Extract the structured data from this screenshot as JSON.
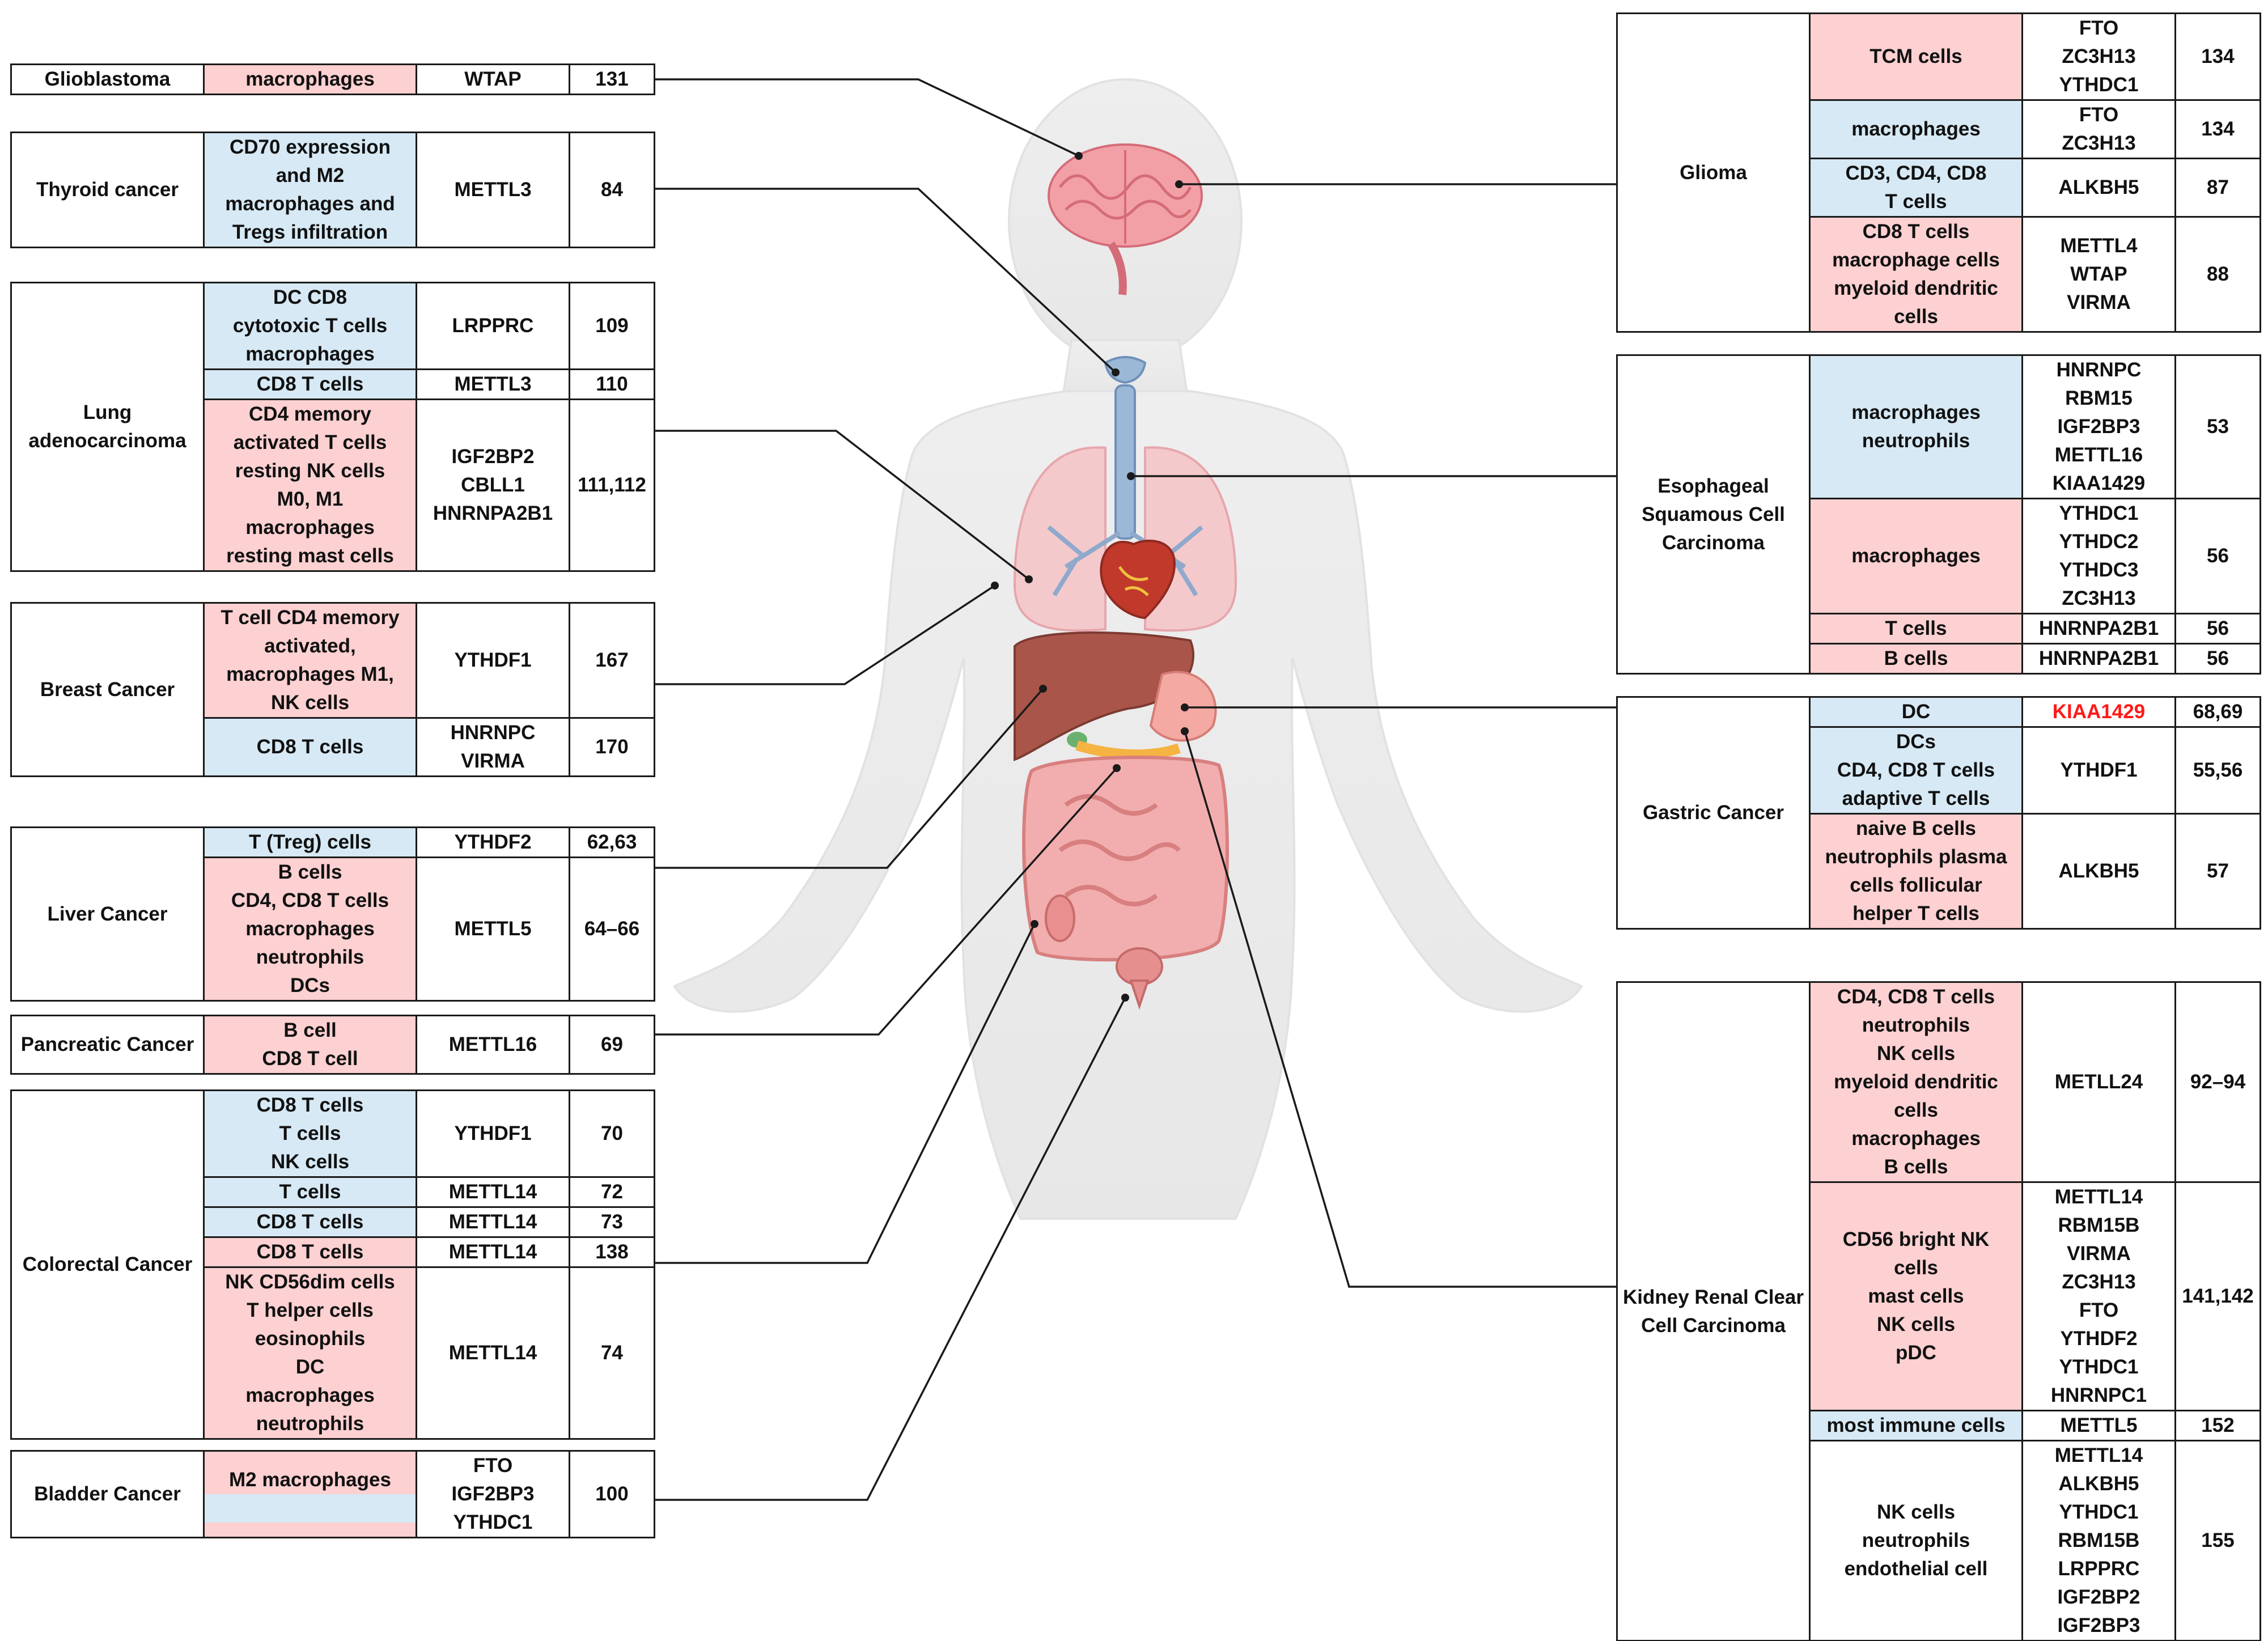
{
  "colors": {
    "upregulated": "#fdd0d1",
    "downregulated": "#d6e9f5",
    "highlight_text": "#ff1a1a"
  },
  "tables": [
    {
      "id": "glioblastoma",
      "side": "left",
      "cancer": "Glioblastoma",
      "rows": [
        {
          "cells": [
            "macrophages"
          ],
          "color": "pink",
          "mod": [
            "WTAP"
          ],
          "ref": "131"
        }
      ]
    },
    {
      "id": "thyroid",
      "side": "left",
      "cancer": "Thyroid cancer",
      "rows": [
        {
          "cells": [
            "CD70 expression",
            "and M2",
            "macrophages and",
            "Tregs infiltration"
          ],
          "color": "blue",
          "mod": [
            "METTL3"
          ],
          "ref": "84"
        }
      ]
    },
    {
      "id": "lung",
      "side": "left",
      "cancer": "Lung adenocarcinoma",
      "rows": [
        {
          "cells": [
            "DC CD8",
            "cytotoxic T cells",
            "macrophages"
          ],
          "color": "blue",
          "mod": [
            "LRPPRC"
          ],
          "ref": "109"
        },
        {
          "cells": [
            "CD8 T cells"
          ],
          "color": "blue",
          "mod": [
            "METTL3"
          ],
          "ref": "110"
        },
        {
          "cells": [
            "CD4 memory",
            "activated T cells",
            "resting NK cells",
            "M0, M1",
            "macrophages",
            "resting mast cells"
          ],
          "color": "pink",
          "mod": [
            "IGF2BP2",
            "CBLL1",
            "HNRNPA2B1"
          ],
          "ref": "111,112"
        }
      ]
    },
    {
      "id": "breast",
      "side": "left",
      "cancer": "Breast Cancer",
      "rows": [
        {
          "cells": [
            "T cell CD4 memory",
            "activated,",
            "macrophages M1,",
            "NK cells"
          ],
          "color": "pink",
          "mod": [
            "YTHDF1"
          ],
          "ref": "167"
        },
        {
          "cells": [
            "CD8 T cells"
          ],
          "color": "blue",
          "mod": [
            "HNRNPC",
            "VIRMA"
          ],
          "ref": "170"
        }
      ]
    },
    {
      "id": "liver",
      "side": "left",
      "cancer": "Liver Cancer",
      "rows": [
        {
          "cells": [
            "T (Treg) cells"
          ],
          "color": "blue",
          "mod": [
            "YTHDF2"
          ],
          "ref": "62,63"
        },
        {
          "cells": [
            "B cells",
            "CD4, CD8 T cells",
            "macrophages",
            "neutrophils",
            "DCs"
          ],
          "color": "pink",
          "mod": [
            "METTL5"
          ],
          "ref": "64–66"
        }
      ]
    },
    {
      "id": "pancreatic",
      "side": "left",
      "cancer": "Pancreatic Cancer",
      "rows": [
        {
          "cells": [
            "B cell",
            "CD8 T cell"
          ],
          "color": "pink",
          "mod": [
            "METTL16"
          ],
          "ref": "69"
        }
      ]
    },
    {
      "id": "colorectal",
      "side": "left",
      "cancer": "Colorectal Cancer",
      "rows": [
        {
          "cells": [
            "CD8 T cells",
            "T cells",
            "NK cells"
          ],
          "color": "blue",
          "mod": [
            "YTHDF1"
          ],
          "ref": "70"
        },
        {
          "cells": [
            "T cells"
          ],
          "color": "blue",
          "mod": [
            "METTL14"
          ],
          "ref": "72"
        },
        {
          "cells": [
            "CD8 T cells"
          ],
          "color": "blue",
          "mod": [
            "METTL14"
          ],
          "ref": "73"
        },
        {
          "cells": [
            "CD8 T cells"
          ],
          "color": "pink",
          "mod": [
            "METTL14"
          ],
          "ref": "138"
        },
        {
          "cells": [
            "NK CD56dim cells",
            "T helper cells",
            "eosinophils",
            "DC",
            "macrophages",
            "neutrophils"
          ],
          "color": "pink",
          "mod": [
            "METTL14"
          ],
          "ref": "74"
        }
      ]
    },
    {
      "id": "bladder",
      "side": "left",
      "cancer": "Bladder Cancer",
      "rows": [
        {
          "cells": [
            "M2 macrophages",
            ""
          ],
          "color": "split",
          "mod": [
            "FTO",
            "IGF2BP3",
            "YTHDC1"
          ],
          "ref": "100"
        }
      ]
    },
    {
      "id": "glioma",
      "side": "right",
      "cancer": "Glioma",
      "rows": [
        {
          "cells": [
            "TCM cells"
          ],
          "color": "pink",
          "mod": [
            "FTO",
            "ZC3H13",
            "YTHDC1"
          ],
          "ref": "134"
        },
        {
          "cells": [
            "macrophages"
          ],
          "color": "blue",
          "mod": [
            "FTO",
            "ZC3H13"
          ],
          "ref": "134"
        },
        {
          "cells": [
            "CD3, CD4, CD8",
            "T cells"
          ],
          "color": "blue",
          "mod": [
            "ALKBH5"
          ],
          "ref": "87"
        },
        {
          "cells": [
            "CD8 T cells",
            "macrophage cells",
            "myeloid dendritic",
            "cells"
          ],
          "color": "pink",
          "mod": [
            "METTL4",
            "WTAP",
            "VIRMA"
          ],
          "ref": "88"
        }
      ]
    },
    {
      "id": "esophageal",
      "side": "right",
      "cancer": "Esophageal Squamous Cell Carcinoma",
      "rows": [
        {
          "cells": [
            "macrophages",
            "neutrophils"
          ],
          "color": "blue",
          "mod": [
            "HNRNPC",
            "RBM15",
            "IGF2BP3",
            "METTL16",
            "KIAA1429"
          ],
          "ref": "53"
        },
        {
          "cells": [
            "macrophages"
          ],
          "color": "pink",
          "mod": [
            "YTHDC1",
            "YTHDC2",
            "YTHDC3",
            "ZC3H13"
          ],
          "ref": "56"
        },
        {
          "cells": [
            "T cells"
          ],
          "color": "pink",
          "mod": [
            "HNRNPA2B1"
          ],
          "ref": "56"
        },
        {
          "cells": [
            "B cells"
          ],
          "color": "pink",
          "mod": [
            "HNRNPA2B1"
          ],
          "ref": "56"
        }
      ]
    },
    {
      "id": "gastric",
      "side": "right",
      "cancer": "Gastric Cancer",
      "rows": [
        {
          "cells": [
            "DC"
          ],
          "color": "blue",
          "mod": [
            "KIAA1429"
          ],
          "modRed": true,
          "ref": "68,69"
        },
        {
          "cells": [
            "DCs",
            "CD4, CD8 T cells",
            "adaptive T cells"
          ],
          "color": "blue",
          "mod": [
            "YTHDF1"
          ],
          "ref": "55,56"
        },
        {
          "cells": [
            "naive B cells",
            "neutrophils plasma",
            "cells follicular",
            "helper T cells"
          ],
          "color": "pink",
          "mod": [
            "ALKBH5"
          ],
          "ref": "57"
        }
      ]
    },
    {
      "id": "kidney",
      "side": "right",
      "cancer": "Kidney Renal Clear Cell Carcinoma",
      "rows": [
        {
          "cells": [
            "CD4, CD8 T cells",
            "neutrophils",
            "NK cells",
            "myeloid dendritic",
            "cells",
            "macrophages",
            "B cells"
          ],
          "color": "pink",
          "mod": [
            "METLL24"
          ],
          "ref": "92–94"
        },
        {
          "cells": [
            "CD56 bright NK",
            "cells",
            "mast cells",
            "NK cells",
            "pDC"
          ],
          "color": "pink",
          "mod": [
            "METTL14",
            "RBM15B",
            "VIRMA",
            "ZC3H13",
            "FTO",
            "YTHDF2",
            "YTHDC1",
            "HNRNPC1"
          ],
          "ref": "141,142"
        },
        {
          "cells": [
            "most immune cells"
          ],
          "color": "blue",
          "mod": [
            "METTL5"
          ],
          "ref": "152"
        },
        {
          "cells": [
            "NK cells",
            "neutrophils",
            "endothelial cell"
          ],
          "color": "white",
          "mod": [
            "METTL14",
            "ALKBH5",
            "YTHDC1",
            "RBM15B",
            "LRPPRC",
            "IGF2BP2",
            "IGF2BP3"
          ],
          "ref": "155"
        }
      ]
    }
  ]
}
